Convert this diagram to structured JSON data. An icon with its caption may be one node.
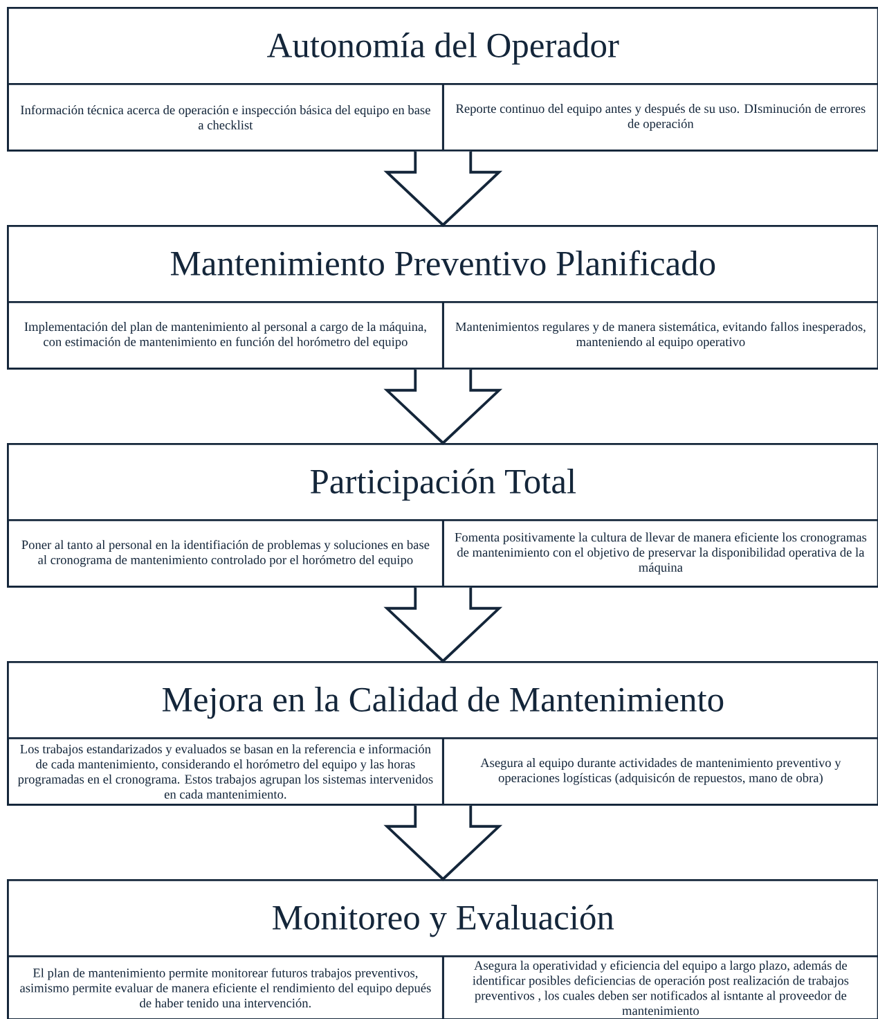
{
  "diagram": {
    "nodes": [
      {
        "text": [
          "Autonomía del Operador"
        ]
      },
      {
        "text": [
          "Información técnica acerca de operación e inspección básica del equipo en base a checklist"
        ],
        "in": 0
      },
      {
        "text": [
          "Reporte continuo del equipo antes y después de su uso. DIsminución de errores de operación"
        ],
        "in": 0
      },
      {
        "text": [
          "Mantenimiento Preventivo Planificado"
        ]
      },
      {
        "text": [
          "Implementación del plan de mantenimiento al personal a cargo de la máquina, con estimación de mantenimiento en función del horómetro del equipo"
        ],
        "in": 3
      },
      {
        "text": [
          "Mantenimientos regulares y de manera sistemática, evitando fallos inesperados, manteniendo al equipo operativo"
        ],
        "in": 3
      },
      {
        "text": [
          "Participación Total"
        ]
      },
      {
        "text": [
          "Poner al tanto al personal en la identifiación de problemas y soluciones en base al cronograma de mantenimiento controlado por el horómetro del equipo"
        ],
        "in": 6
      },
      {
        "text": [
          "Fomenta positivamente la cultura de llevar de manera eficiente los cronogramas de mantenimiento con el objetivo de preservar la disponibilidad operativa de la máquina"
        ],
        "in": 6
      },
      {
        "text": [
          "Mejora en la Calidad de Mantenimiento"
        ]
      },
      {
        "text": [
          "Los trabajos estandarizados y evaluados se basan en la referencia e información de cada mantenimiento, considerando el horómetro del equipo y las horas programadas en el cronograma. Estos trabajos agrupan los sistemas intervenidos en cada mantenimiento."
        ],
        "in": 9
      },
      {
        "text": [
          "Asegura al equipo durante actividades de mantenimiento preventivo y operaciones logísticas (adquisicón de repuestos, mano de obra)"
        ],
        "in": 9
      },
      {
        "text": [
          "Monitoreo y Evaluación"
        ]
      },
      {
        "text": [
          "El plan de mantenimiento permite monitorear futuros trabajos preventivos, asimismo permite evaluar de manera eficiente el rendimiento del equipo depués de haber tenido una intervención."
        ],
        "in": 12
      },
      {
        "text": [
          "Asegura la operatividad y eficiencia del equipo a largo plazo, además de identificar posibles deficiencias de operación post realización de trabajos preventivos , los cuales deben ser notificados al isntante al proveedor de mantenimiento"
        ],
        "in": 12
      }
    ],
    "edges": [
      {
        "from": 0,
        "to": 3,
        "arrow": "to"
      },
      {
        "from": 3,
        "to": 6,
        "arrow": "to"
      },
      {
        "from": 6,
        "to": 9,
        "arrow": "to"
      },
      {
        "from": 9,
        "to": 12,
        "arrow": "to"
      }
    ]
  }
}
